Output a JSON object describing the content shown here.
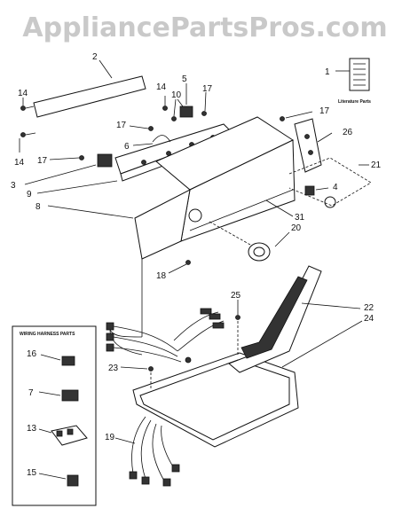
{
  "watermark": "AppliancePartsPros.com",
  "callouts": {
    "c1": "1",
    "c2": "2",
    "c3": "3",
    "c4": "4",
    "c5": "5",
    "c6": "6",
    "c7": "7",
    "c8": "8",
    "c9": "9",
    "c10": "10",
    "c13": "13",
    "c14a": "14",
    "c14b": "14",
    "c14c": "14",
    "c15": "15",
    "c16": "16",
    "c17a": "17",
    "c17b": "17",
    "c17c": "17",
    "c17d": "17",
    "c17e": "17",
    "c18": "18",
    "c19": "19",
    "c20": "20",
    "c21": "21",
    "c22": "22",
    "c23": "23",
    "c24": "24",
    "c25": "25",
    "c26": "26",
    "c31": "31"
  },
  "literature_label": "Literature Parts",
  "wiring_box_title": "WIRING HARNESS PARTS"
}
